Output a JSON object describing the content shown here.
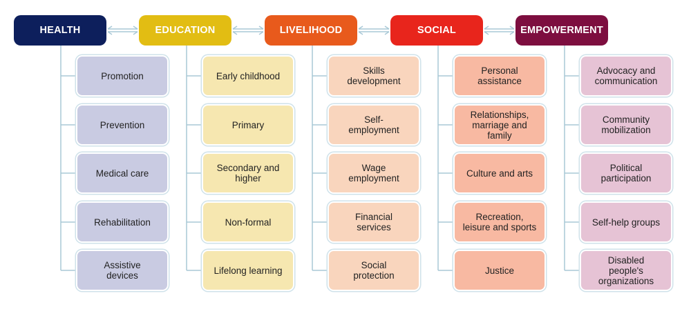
{
  "columns": [
    {
      "title": "HEALTH",
      "header_color": "#0d1f5c",
      "header_text_color": "#ffffff",
      "item_color": "#c9cbe2",
      "items": [
        "Promotion",
        "Prevention",
        "Medical care",
        "Rehabilitation",
        "Assistive\ndevices"
      ]
    },
    {
      "title": "EDUCATION",
      "header_color": "#e2bd13",
      "header_text_color": "#ffffff",
      "item_color": "#f6e7b0",
      "items": [
        "Early childhood",
        "Primary",
        "Secondary and\nhigher",
        "Non-formal",
        "Lifelong learning"
      ]
    },
    {
      "title": "LIVELIHOOD",
      "header_color": "#e85a1c",
      "header_text_color": "#ffffff",
      "item_color": "#f9d5bd",
      "items": [
        "Skills\ndevelopment",
        "Self-\nemployment",
        "Wage\nemployment",
        "Financial\nservices",
        "Social\nprotection"
      ]
    },
    {
      "title": "SOCIAL",
      "header_color": "#e8251c",
      "header_text_color": "#ffffff",
      "item_color": "#f8b9a2",
      "items": [
        "Personal\nassistance",
        "Relationships,\nmarriage and\nfamily",
        "Culture and arts",
        "Recreation,\nleisure and sports",
        "Justice"
      ]
    },
    {
      "title": "EMPOWERMENT",
      "header_color": "#7d0e3f",
      "header_text_color": "#ffffff",
      "item_color": "#e6c3d5",
      "items": [
        "Advocacy and\ncommunication",
        "Community\nmobilization",
        "Political\nparticipation",
        "Self-help groups",
        "Disabled\npeople's\norganizations"
      ]
    }
  ],
  "connector_color": "#a8c8d6"
}
